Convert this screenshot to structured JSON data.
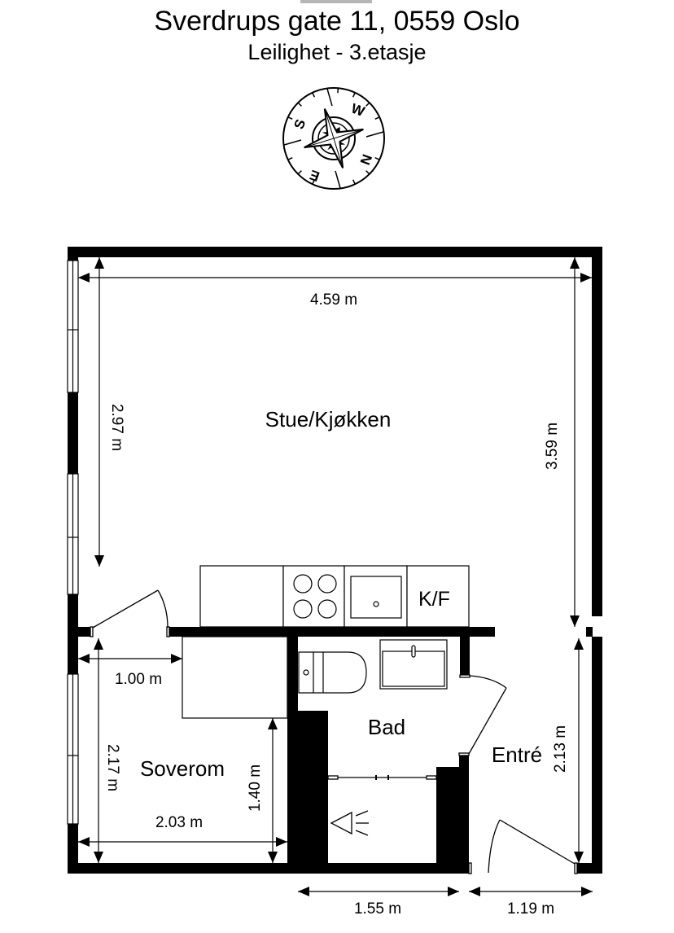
{
  "header": {
    "title": "Sverdrups gate 11, 0559 Oslo",
    "subtitle": "Leilighet - 3.etasje"
  },
  "compass": {
    "labels": {
      "north": "N",
      "south": "S",
      "east": "E",
      "west": "W"
    },
    "icon": "compass-rose-icon"
  },
  "rooms": {
    "living_kitchen": "Stue/Kjøkken",
    "bedroom": "Soverom",
    "bathroom": "Bad",
    "entrance": "Entré"
  },
  "fixtures": {
    "fridge_freezer": "K/F",
    "stove": "stove-icon",
    "sink": "sink-icon",
    "toilet": "toilet-icon",
    "washbasin": "washbasin-icon",
    "shower": "shower-icon"
  },
  "dimensions": {
    "living_width": "4.59 m",
    "living_left_height": "2.97 m",
    "living_right_height": "3.59 m",
    "bedroom_passage_width": "1.00 m",
    "bedroom_height": "2.17 m",
    "bedroom_width": "2.03 m",
    "bedroom_wardrobe_height": "1.40 m",
    "entrance_height": "2.13 m",
    "bathroom_width": "1.55 m",
    "entrance_width": "1.19 m"
  },
  "colors": {
    "wall": "#000000",
    "background": "#ffffff",
    "line": "#000000"
  }
}
